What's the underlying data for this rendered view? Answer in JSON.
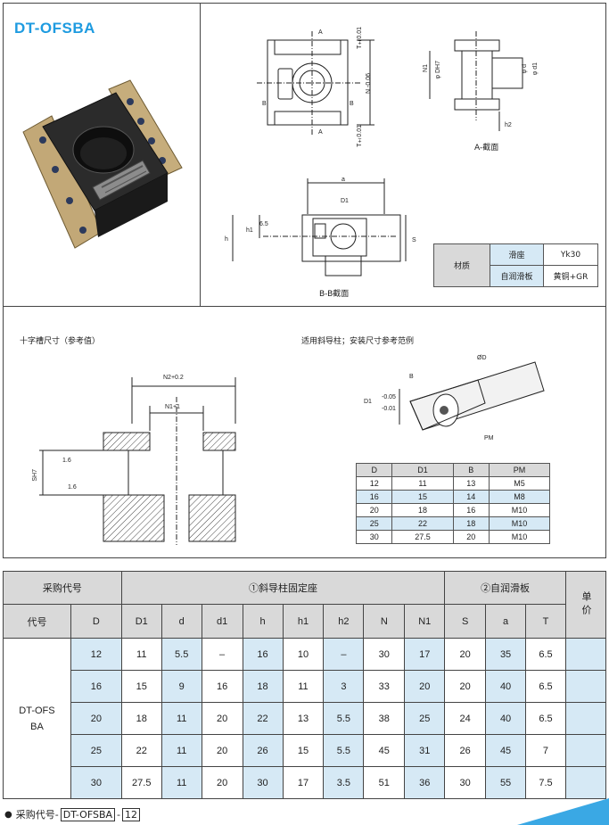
{
  "product": {
    "title": "DT-OFSBA"
  },
  "drawings": {
    "section_a": "A-截面",
    "section_b": "B-B截面",
    "letter_a": "A",
    "letter_b": "B",
    "dims": {
      "t_tol": "T±0.01",
      "n_tol": "N -0.06",
      "n_tol2": "0",
      "n1": "N1",
      "dh7": "φ DH7",
      "d": "φ d",
      "d1": "φ d1",
      "h2": "h2",
      "a": "a",
      "D1": "D1",
      "h": "h",
      "h1": "h1",
      "v65": "6.5",
      "S": "S"
    }
  },
  "material": {
    "header": "材质",
    "rows": [
      {
        "part": "滑座",
        "mat": "Yk30"
      },
      {
        "part": "自润滑板",
        "mat": "黄铜+GR"
      }
    ]
  },
  "cross_slot": {
    "heading": "十字槽尺寸（参考值）",
    "n2": "N2+0.2",
    "n1": "N1+1",
    "sh7": "SH7",
    "r1": "1.6",
    "r2": "1.6"
  },
  "guide_pillar": {
    "heading": "适用斜导柱；安装尺寸参考范例",
    "d": "ØD",
    "b": "B",
    "d1": "D1",
    "tol1": "-0.05",
    "tol2": "-0.01",
    "pm": "PM"
  },
  "ref_table": {
    "headers": [
      "D",
      "D1",
      "B",
      "PM"
    ],
    "rows": [
      [
        "12",
        "11",
        "13",
        "M5"
      ],
      [
        "16",
        "15",
        "14",
        "M8"
      ],
      [
        "20",
        "18",
        "16",
        "M10"
      ],
      [
        "25",
        "22",
        "18",
        "M10"
      ],
      [
        "30",
        "27.5",
        "20",
        "M10"
      ]
    ]
  },
  "main_table": {
    "purchase_code": "采购代号",
    "group1": "①斜导柱固定座",
    "group2": "②自润滑板",
    "unit_price": "单价",
    "code_label": "代号",
    "code_value": "DT-OFSBA",
    "columns": [
      "D",
      "D1",
      "d",
      "d1",
      "h",
      "h1",
      "h2",
      "N",
      "N1",
      "S",
      "a",
      "T"
    ],
    "rows": [
      [
        "12",
        "11",
        "5.5",
        "–",
        "16",
        "10",
        "–",
        "30",
        "17",
        "20",
        "35",
        "6.5"
      ],
      [
        "16",
        "15",
        "9",
        "16",
        "18",
        "11",
        "3",
        "33",
        "20",
        "20",
        "40",
        "6.5"
      ],
      [
        "20",
        "18",
        "11",
        "20",
        "22",
        "13",
        "5.5",
        "38",
        "25",
        "24",
        "40",
        "6.5"
      ],
      [
        "25",
        "22",
        "11",
        "20",
        "26",
        "15",
        "5.5",
        "45",
        "31",
        "26",
        "45",
        "7"
      ],
      [
        "30",
        "27.5",
        "11",
        "20",
        "30",
        "17",
        "3.5",
        "51",
        "36",
        "30",
        "55",
        "7.5"
      ]
    ]
  },
  "footer": {
    "label": "采购代号-",
    "code": "DT-OFSBA",
    "dash": "-",
    "size": "12"
  }
}
